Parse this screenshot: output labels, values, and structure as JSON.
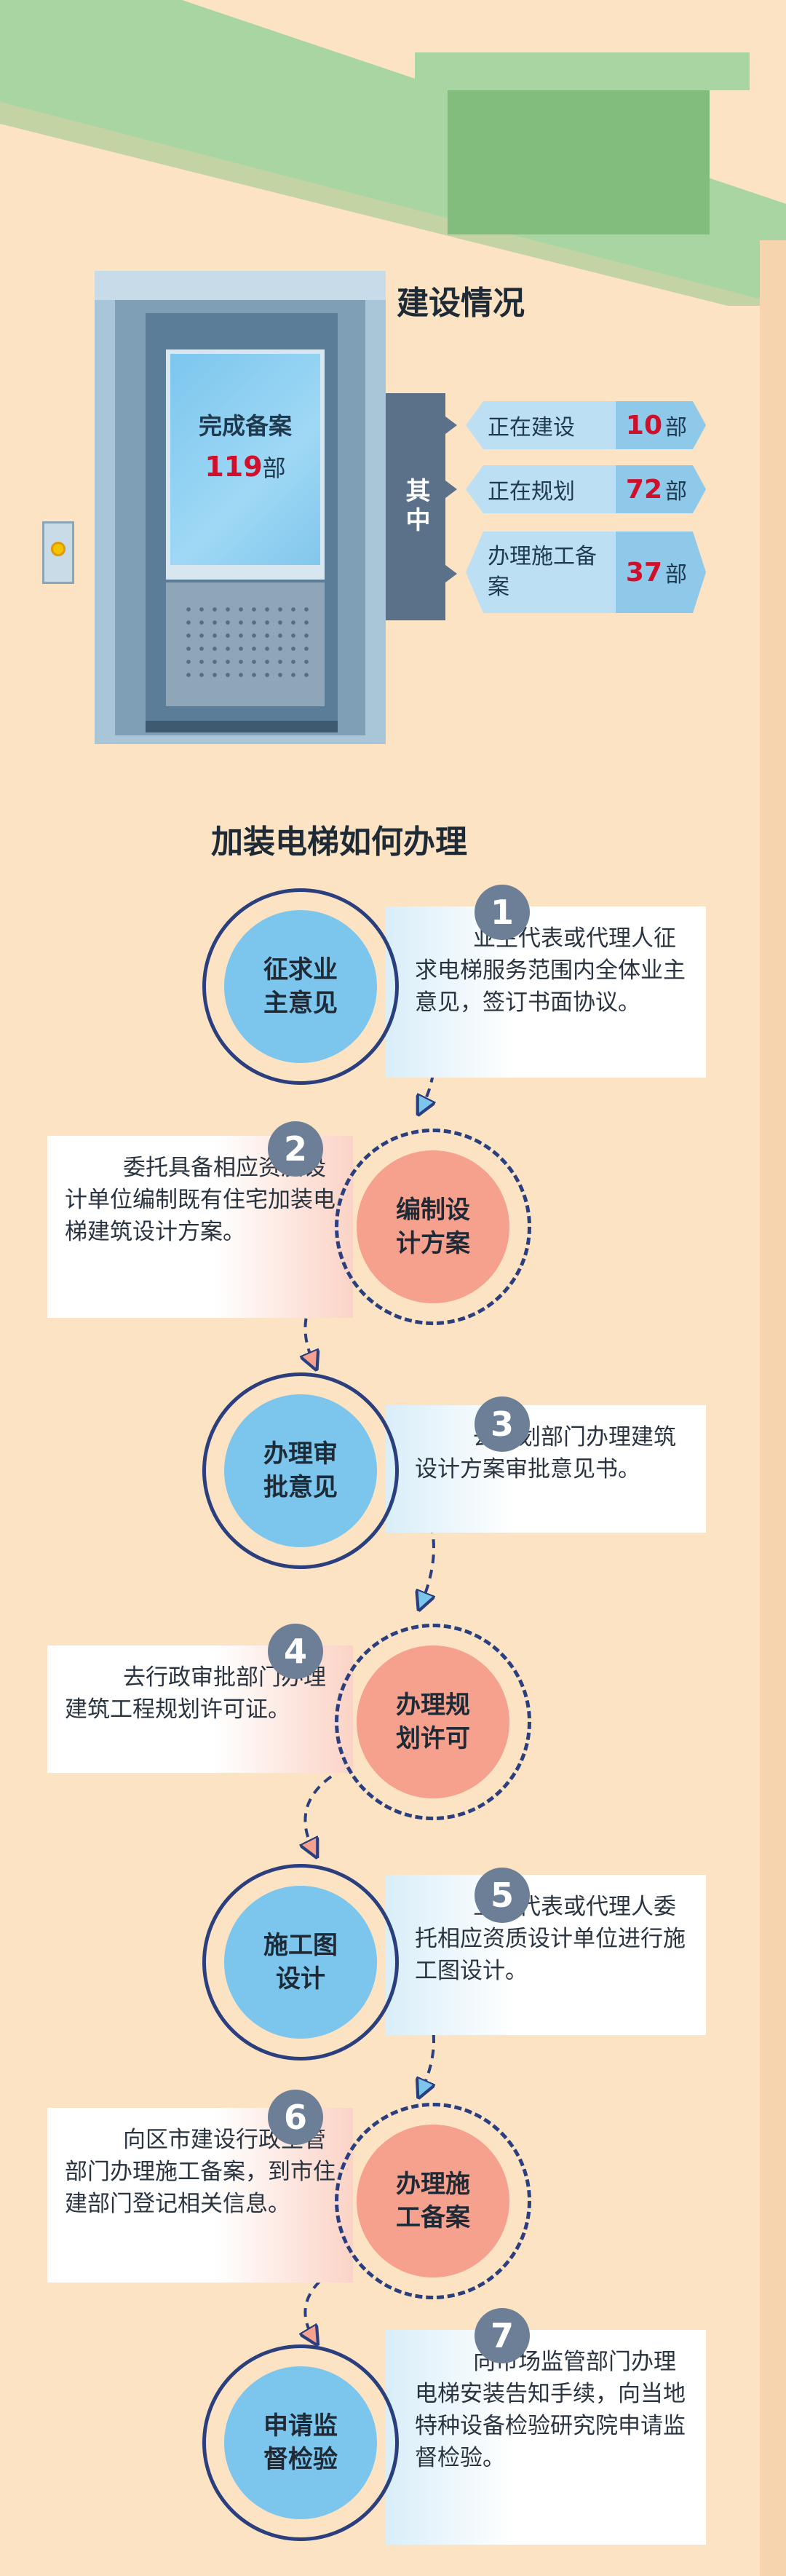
{
  "construction": {
    "title": "建设情况",
    "total_label": "完成备案",
    "total_value": "119",
    "total_unit": "部",
    "of_which": "其中",
    "items": [
      {
        "label": "正在建设",
        "value": "10",
        "unit": "部"
      },
      {
        "label": "正在规划",
        "value": "72",
        "unit": "部"
      },
      {
        "label": "办理施工备案",
        "value": "37",
        "unit": "部"
      }
    ]
  },
  "process": {
    "title": "加装电梯如何办理",
    "steps": [
      {
        "number": "1",
        "name": "征求业主意见",
        "description": "业主代表或代理人征求电梯服务范围内全体业主意见，签订书面协议。"
      },
      {
        "number": "2",
        "name": "编制设计方案",
        "description": "委托具备相应资质设计单位编制既有住宅加装电梯建筑设计方案。"
      },
      {
        "number": "3",
        "name": "办理审批意见",
        "description": "去规划部门办理建筑设计方案审批意见书。"
      },
      {
        "number": "4",
        "name": "办理规划许可",
        "description": "去行政审批部门办理建筑工程规划许可证。"
      },
      {
        "number": "5",
        "name": "施工图设计",
        "description": "业主代表或代理人委托相应资质设计单位进行施工图设计。"
      },
      {
        "number": "6",
        "name": "办理施工备案",
        "description": "向区市建设行政主管部门办理施工备案，到市住建部门登记相关信息。"
      },
      {
        "number": "7",
        "name": "申请监督检验",
        "description": "向市场监管部门办理电梯安装告知手续，向当地特种设备检验研究院申请监督检验。"
      }
    ]
  },
  "colors": {
    "roof": "#a8d5a2",
    "background": "#fbe3c3",
    "circle_blue": "#7cc6ee",
    "circle_red": "#f6a08e",
    "ring": "#2b3f7e",
    "highlight_number": "#d0102a"
  }
}
